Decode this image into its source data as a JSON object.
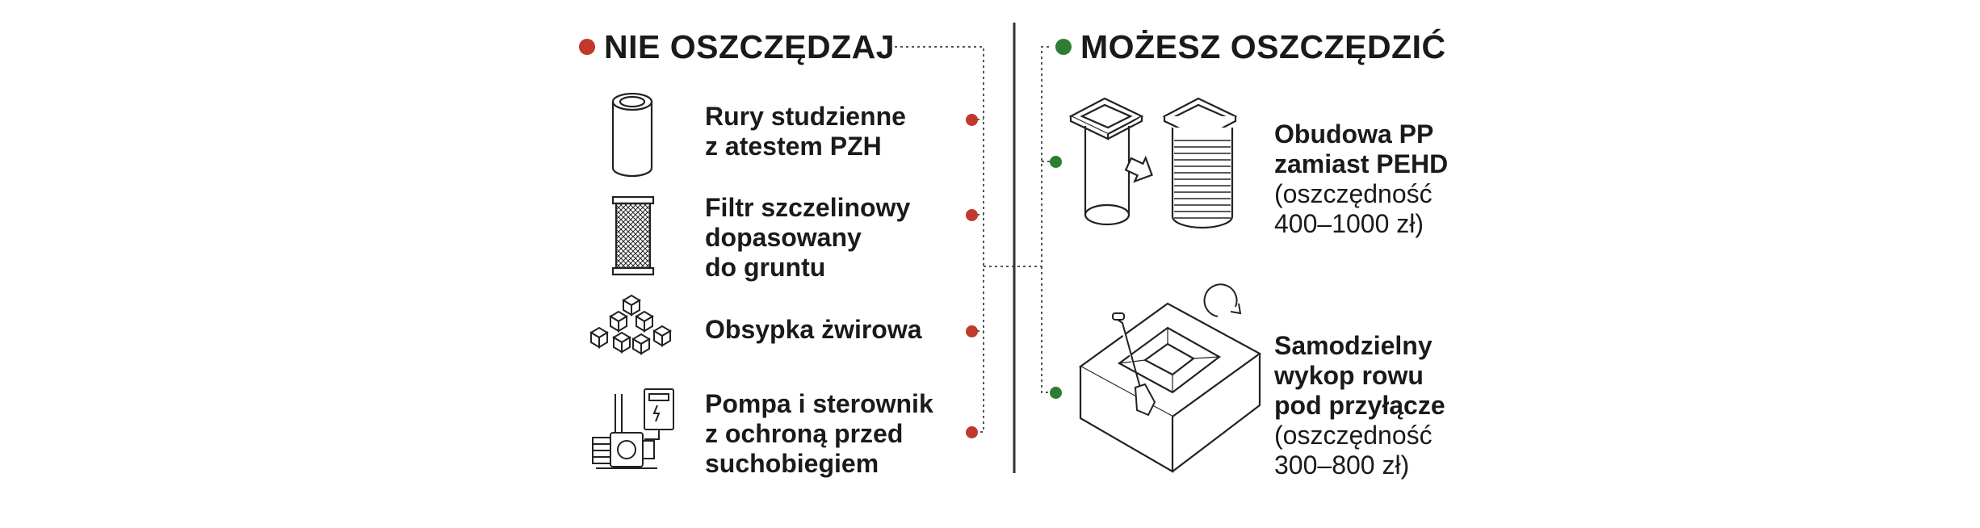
{
  "left_section": {
    "heading": "NIE OSZCZĘDZAJ",
    "dot_color": "#c0392b",
    "items": [
      {
        "lines": [
          "Rury studzienne",
          "z atestem PZH"
        ],
        "icon": "pipe-icon"
      },
      {
        "lines": [
          "Filtr szczelinowy",
          "dopasowany",
          "do gruntu"
        ],
        "icon": "filter-icon"
      },
      {
        "lines": [
          "Obsypka żwirowa"
        ],
        "icon": "gravel-icon"
      },
      {
        "lines": [
          "Pompa i sterownik",
          "z ochroną przed",
          "suchobiegiem"
        ],
        "icon": "pump-controller-icon"
      }
    ]
  },
  "right_section": {
    "heading": "MOŻESZ OSZCZĘDZIĆ",
    "dot_color": "#2e7d32",
    "items": [
      {
        "lines": [
          "Obudowa PP",
          "zamiast PEHD"
        ],
        "saving": [
          "(oszczędność",
          "400–1000 zł)"
        ],
        "icon": "housing-swap-icon"
      },
      {
        "lines": [
          "Samodzielny",
          "wykop rowu",
          "pod przyłącze"
        ],
        "saving": [
          "(oszczędność",
          "300–800 zł)"
        ],
        "icon": "trench-shovel-icon"
      }
    ]
  },
  "colors": {
    "text": "#1a1a1a",
    "connector": "#555555",
    "divider": "#333333"
  }
}
